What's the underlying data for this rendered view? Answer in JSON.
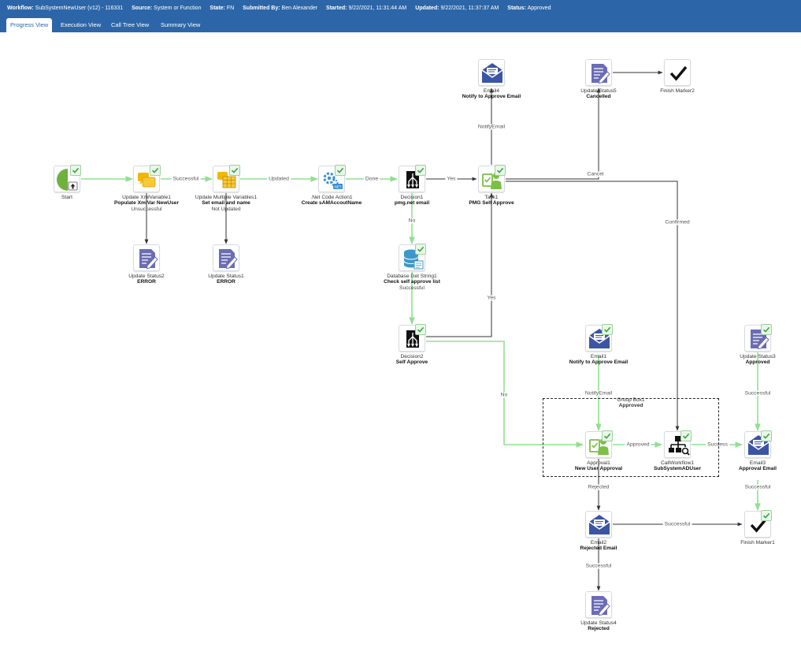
{
  "header": {
    "workflow_label": "Workflow:",
    "workflow_value": "SubSystemNewUser (v12) - 116331",
    "source_label": "Source:",
    "source_value": "System or Function",
    "state_label": "State:",
    "state_value": "FN",
    "submitted_label": "Submitted By:",
    "submitted_value": "Ben Alexander",
    "started_label": "Started:",
    "started_value": "9/22/2021, 11:31:44 AM",
    "updated_label": "Updated:",
    "updated_value": "9/22/2021, 11:37:37 AM",
    "status_label": "Status:",
    "status_value": "Approved"
  },
  "tabs": [
    "Progress View",
    "Execution View",
    "Call Tree View",
    "Summary View"
  ],
  "active_tab": "Progress View",
  "nodes": {
    "start": {
      "name": "Start",
      "bold": "",
      "icon": "start-icon",
      "status": ""
    },
    "update_xml": {
      "name": "Update XmlVariable1",
      "bold": "Populate XmlVar NewUser",
      "icon": "variables-icon",
      "status": "Unsuccessful"
    },
    "update_multi": {
      "name": "Update Multiple Variables1",
      "bold": "Set email and name",
      "icon": "grid-variables-icon",
      "status": "Not Updated"
    },
    "net_code": {
      "name": ".Net Code Action1",
      "bold": "Create sAMAccoutName",
      "icon": "net-code-icon",
      "status": ""
    },
    "decision1": {
      "name": "Decision1",
      "bold": "pmg.net email",
      "icon": "decision-icon",
      "status": ""
    },
    "task1": {
      "name": "Task1",
      "bold": "PMG Self Approve",
      "icon": "task-icon",
      "status": ""
    },
    "email4": {
      "name": "Email4",
      "bold": "Notify to Approve Email",
      "icon": "email-icon",
      "status": ""
    },
    "update_status5": {
      "name": "Update Status5",
      "bold": "Cancelled",
      "icon": "status-icon",
      "status": ""
    },
    "finish2": {
      "name": "Finish Marker2",
      "bold": "",
      "icon": "finish-icon",
      "status": ""
    },
    "update_status2": {
      "name": "Update Status2",
      "bold": "ERROR",
      "icon": "status-icon",
      "status": ""
    },
    "update_status1": {
      "name": "Update Status1",
      "bold": "ERROR",
      "icon": "status-icon",
      "status": ""
    },
    "db_get": {
      "name": "Database Get String1",
      "bold": "Check self approve list",
      "icon": "database-icon",
      "status": "Successful"
    },
    "decision2": {
      "name": "Decision2",
      "bold": "Self Approve",
      "icon": "decision-icon",
      "status": ""
    },
    "email1": {
      "name": "Email1",
      "bold": "Notify to Approve Email",
      "icon": "email-icon",
      "status": ""
    },
    "update_status3": {
      "name": "Update Status3",
      "bold": "Approved",
      "icon": "status-icon",
      "status": ""
    },
    "approval1": {
      "name": "Approval1",
      "bold": "New User Approval",
      "icon": "approval-icon",
      "status": ""
    },
    "callwf1": {
      "name": "CallWorkflow1",
      "bold": "SubSystemADUser",
      "icon": "call-workflow-icon",
      "status": ""
    },
    "email3": {
      "name": "Email3",
      "bold": "Approval Email",
      "icon": "email-icon",
      "status": ""
    },
    "email2": {
      "name": "Email2",
      "bold": "Rejected Email",
      "icon": "email-icon",
      "status": ""
    },
    "finish1": {
      "name": "Finish Marker1",
      "bold": "",
      "icon": "finish-icon",
      "status": ""
    },
    "update_status4": {
      "name": "Update Status4",
      "bold": "Rejected",
      "icon": "status-icon",
      "status": ""
    }
  },
  "group_box": {
    "name": "Group Box1",
    "bold": "Approved"
  },
  "wire_labels": {
    "successful": "Successful",
    "updated": "Updated",
    "done": "Done",
    "yes": "Yes",
    "no": "No",
    "notify_email": "NotifyEmail",
    "cancel": "Cancel",
    "confirmed": "Confirmed",
    "approved": "Approved",
    "success": "Success",
    "rejected": "Rejected"
  },
  "colors": {
    "header_bg": "#2d66a8",
    "active_wire": "#8fe08f",
    "inactive_wire": "#333333",
    "email_icon": "#3b55a4",
    "status_icon": "#6b6cb5",
    "decision_icon": "#111111",
    "approval_icon": "#7bbf45",
    "net_icon": "#3a8fd6",
    "database_icon": "#3d97c9",
    "start_icon": "#6fb13f",
    "variable_icon": "#f2b800",
    "check": "#3aa43a"
  }
}
